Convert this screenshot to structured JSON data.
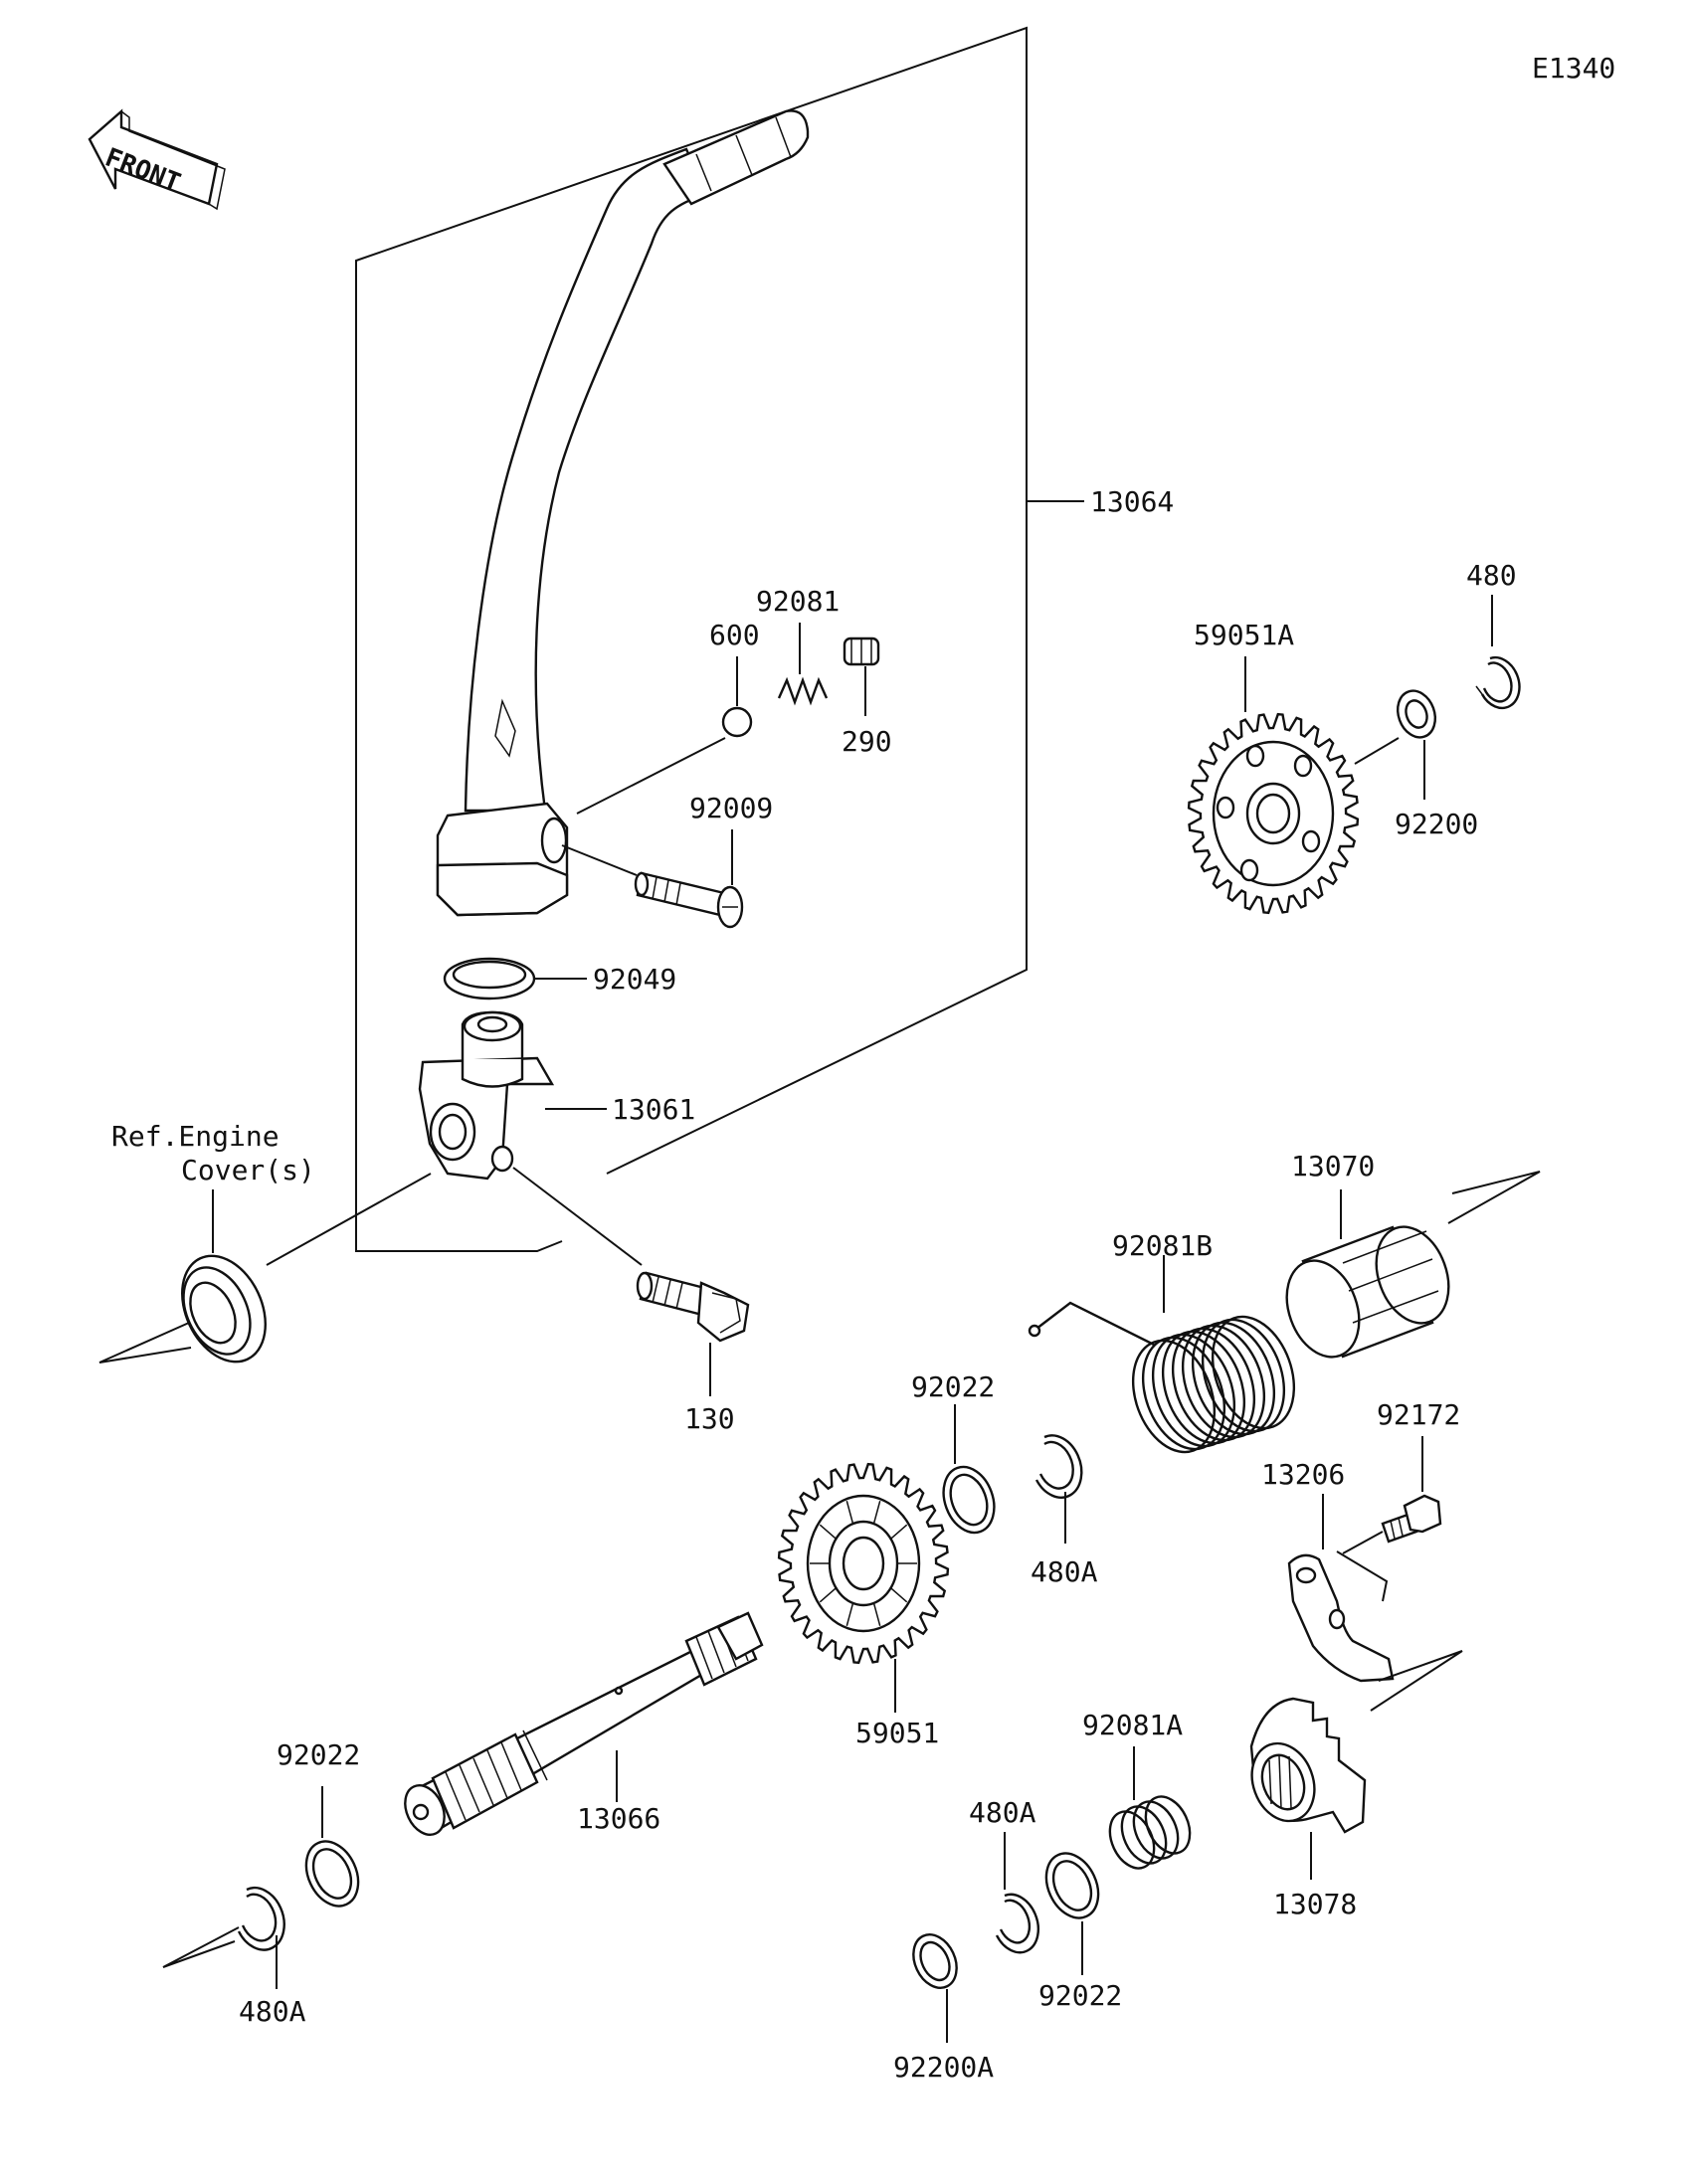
{
  "diagram_code": "E1340",
  "front_label": "FRONT",
  "ref_label_line1": "Ref.Engine",
  "ref_label_line2": "Cover(s)",
  "parts": {
    "p13064": "13064",
    "p92081": "92081",
    "p600": "600",
    "p290": "290",
    "p92009": "92009",
    "p92049": "92049",
    "p13061": "13061",
    "p130": "130",
    "p59051A": "59051A",
    "p480": "480",
    "p92200": "92200",
    "p13070": "13070",
    "p92081B": "92081B",
    "p92022_mid": "92022",
    "p480A_mid": "480A",
    "p92172": "92172",
    "p13206": "13206",
    "p59051": "59051",
    "p13066": "13066",
    "p92022_left": "92022",
    "p480A_left": "480A",
    "p92081A": "92081A",
    "p480A_bottom": "480A",
    "p92022_bottom": "92022",
    "p92200A": "92200A",
    "p13078": "13078"
  }
}
